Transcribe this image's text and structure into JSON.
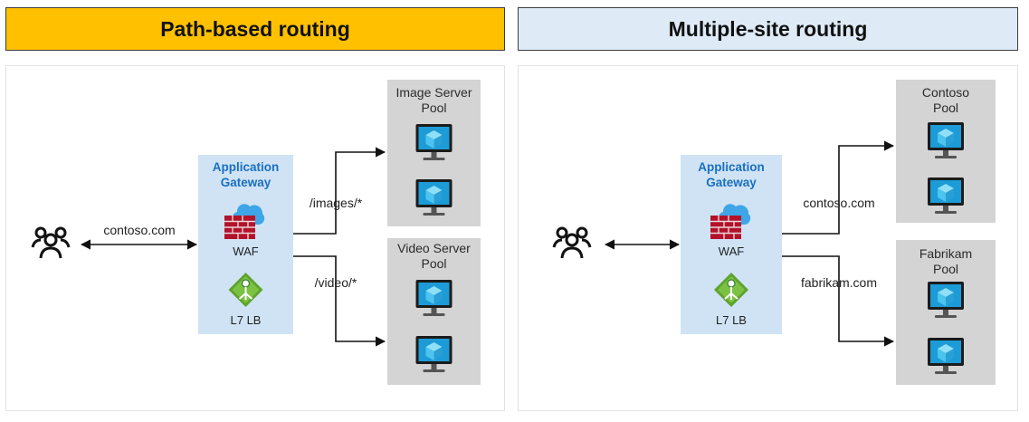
{
  "headers": {
    "left": "Path-based routing",
    "right": "Multiple-site routing"
  },
  "left": {
    "request_label": "contoso.com",
    "gateway": {
      "title_line1": "Application",
      "title_line2": "Gateway",
      "waf": "WAF",
      "lb": "L7 LB"
    },
    "routes": [
      "/images/*",
      "/video/*"
    ],
    "pools": [
      {
        "name_line1": "Image Server",
        "name_line2": "Pool"
      },
      {
        "name_line1": "Video Server",
        "name_line2": "Pool"
      }
    ]
  },
  "right": {
    "gateway": {
      "title_line1": "Application",
      "title_line2": "Gateway",
      "waf": "WAF",
      "lb": "L7 LB"
    },
    "routes": [
      "contoso.com",
      "fabrikam.com"
    ],
    "pools": [
      {
        "name_line1": "Contoso",
        "name_line2": "Pool"
      },
      {
        "name_line1": "Fabrikam",
        "name_line2": "Pool"
      }
    ]
  },
  "colors": {
    "path_header": "#ffc000",
    "multi_header": "#deebf7",
    "gateway_box": "#cfe3f5",
    "pool_box": "#d4d4d4",
    "gateway_title": "#1a6fc2"
  },
  "icons": [
    "users-icon",
    "firewall-cloud-icon",
    "load-balancer-icon",
    "virtual-machine-icon"
  ]
}
